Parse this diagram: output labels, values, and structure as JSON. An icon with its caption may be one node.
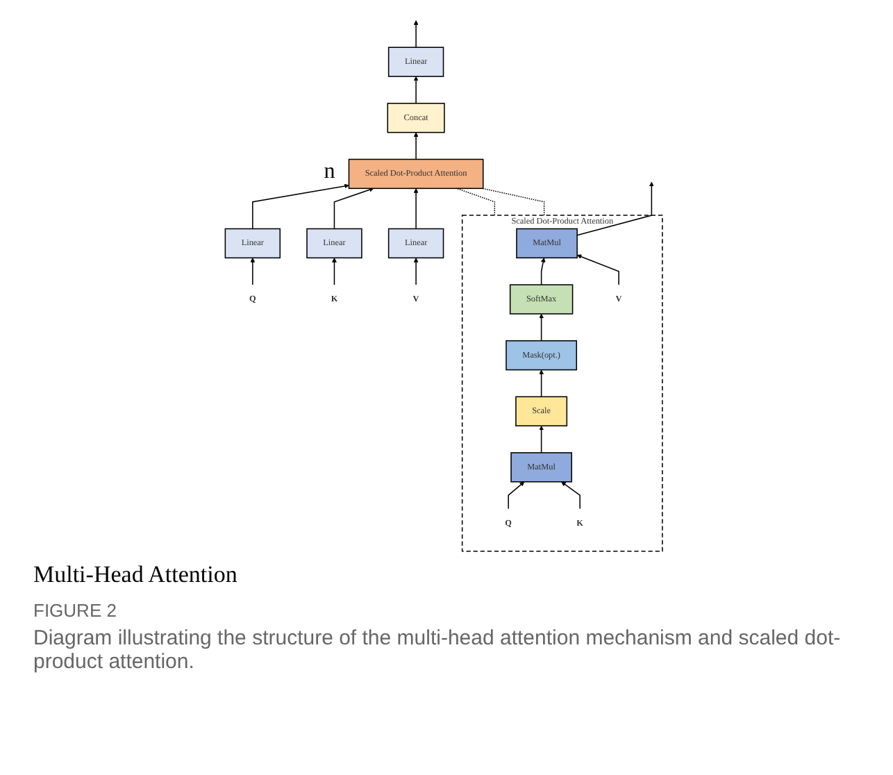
{
  "diagram": {
    "caption": "Diagram illustrating the structure of the multi-head attention mechanism and scaled dot-product attention.",
    "nodes": [
      {
        "text": [
          "Scaled Dot-Product Attention"
        ]
      },
      {
        "text": [
          "MatMul"
        ],
        "in": 0
      },
      {
        "text": [
          "SoftMax"
        ],
        "in": 0
      },
      {
        "text": [
          "Mask(opt.)"
        ],
        "in": 0
      },
      {
        "text": [
          "Scale"
        ],
        "in": 0
      },
      {
        "text": [
          "MatMul"
        ],
        "in": 0
      },
      {
        "text": [
          "Q"
        ],
        "in": 0
      },
      {
        "text": [
          "K"
        ],
        "in": 0
      },
      {
        "text": [
          "V"
        ],
        "in": 0
      },
      {
        "text": [
          "Linear"
        ]
      },
      {
        "text": [
          "Concat"
        ]
      },
      {
        "text": [
          "Scaled Dot-Product Attention"
        ],
        "beside": [
          "n"
        ]
      },
      {
        "text": [
          "Linear"
        ]
      },
      {
        "text": [
          "Linear"
        ]
      },
      {
        "text": [
          "Linear"
        ]
      },
      {
        "text": [
          "Q"
        ]
      },
      {
        "text": [
          "K"
        ]
      },
      {
        "text": [
          "V"
        ]
      }
    ],
    "edges": [
      {
        "from": 6,
        "to": 5,
        "arrow": "to"
      },
      {
        "from": 7,
        "to": 5,
        "arrow": "to"
      },
      {
        "from": 5,
        "to": 4,
        "arrow": "to"
      },
      {
        "from": 4,
        "to": 3,
        "arrow": "to"
      },
      {
        "from": 3,
        "to": 2,
        "arrow": "to"
      },
      {
        "from": 2,
        "to": 1,
        "arrow": "to"
      },
      {
        "from": 8,
        "to": 1,
        "arrow": "to"
      },
      {
        "from": 1,
        "to": null,
        "arrow": "to"
      },
      {
        "from": 0,
        "to": 11,
        "arrow": "none",
        "style": "dashed"
      },
      {
        "from": 0,
        "to": 11,
        "arrow": "none",
        "style": "dashed"
      },
      {
        "from": 15,
        "to": 12,
        "arrow": "to"
      },
      {
        "from": 16,
        "to": 13,
        "arrow": "to"
      },
      {
        "from": 17,
        "to": 14,
        "arrow": "to"
      },
      {
        "from": 12,
        "to": 11,
        "arrow": "to"
      },
      {
        "from": 13,
        "to": 11,
        "arrow": "to"
      },
      {
        "from": 14,
        "to": 11,
        "arrow": "to"
      },
      {
        "from": 11,
        "to": 10,
        "arrow": "to"
      },
      {
        "from": 10,
        "to": 9,
        "arrow": "to"
      },
      {
        "from": 9,
        "to": null,
        "arrow": "to"
      }
    ],
    "labels": [
      "Multi-Head Attention",
      "FIGURE 2"
    ]
  }
}
